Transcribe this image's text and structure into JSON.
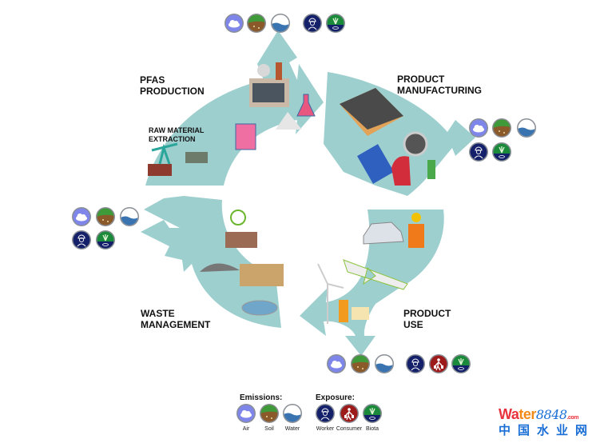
{
  "stages": {
    "pfas_production": "PFAS\nPRODUCTION",
    "raw_material": "RAW MATERIAL\nEXTRACTION",
    "manufacturing": "PRODUCT\nMANUFACTURING",
    "product_use": "PRODUCT\nUSE",
    "waste": "WASTE\nMANAGEMENT"
  },
  "legend": {
    "emissions_title": "Emissions:",
    "exposure_title": "Exposure:",
    "emissions": [
      "Air",
      "Soil",
      "Water"
    ],
    "exposure": [
      "Worker",
      "Consumer",
      "Biota"
    ]
  },
  "watermark": {
    "brand_a": "Wa",
    "brand_b": "ter",
    "brand_num": "8848",
    "brand_com": ".com",
    "chinese": "中国水业网"
  },
  "colors": {
    "arrow": "#9ecfcf",
    "air": "#7f86ea",
    "soil_top": "#3f9a3a",
    "soil_bottom": "#8a5a2b",
    "water": "#3a74b0",
    "worker": "#15206a",
    "consumer": "#9c1a1a",
    "biota": "#1b8a3a"
  }
}
